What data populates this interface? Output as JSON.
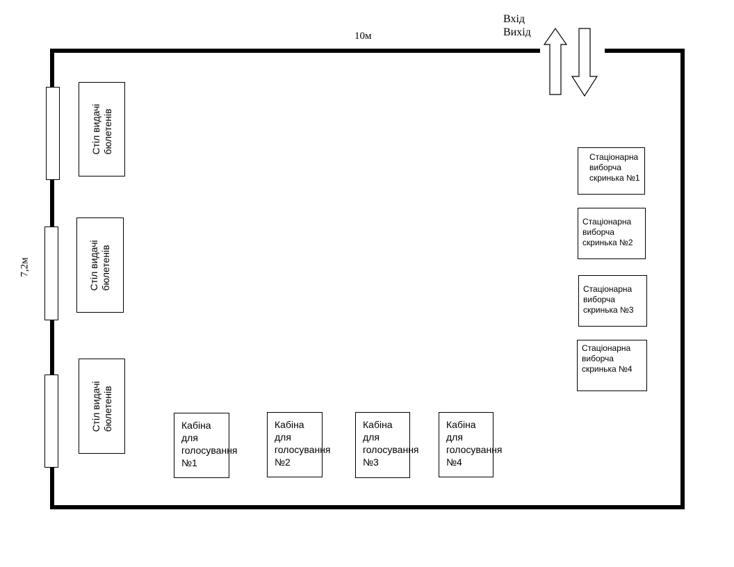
{
  "dimensions": {
    "width_label": "10м",
    "height_label": "7,2м"
  },
  "entrance": {
    "in_label": "Вхід",
    "out_label": "Вихід"
  },
  "tables": [
    {
      "line1": "Стіл видачі",
      "line2": "бюлетенів"
    },
    {
      "line1": "Стіл видачі",
      "line2": "бюлетенів"
    },
    {
      "line1": "Стіл видачі",
      "line2": "бюлетенів"
    }
  ],
  "ballot_boxes": [
    {
      "text": "Стаціонарна виборча скринька №1"
    },
    {
      "text": "Стаціонарна виборча скринька №2"
    },
    {
      "text": "Стаціонарна виборча скринька №3"
    },
    {
      "text": "Стаціонарна виборча скринька №4"
    }
  ],
  "booths": [
    {
      "text": "Кабіна для голосування №1"
    },
    {
      "text": "Кабіна для голосування №2"
    },
    {
      "text": "Кабіна для голосування №3"
    },
    {
      "text": "Кабіна для голосування №4"
    }
  ]
}
